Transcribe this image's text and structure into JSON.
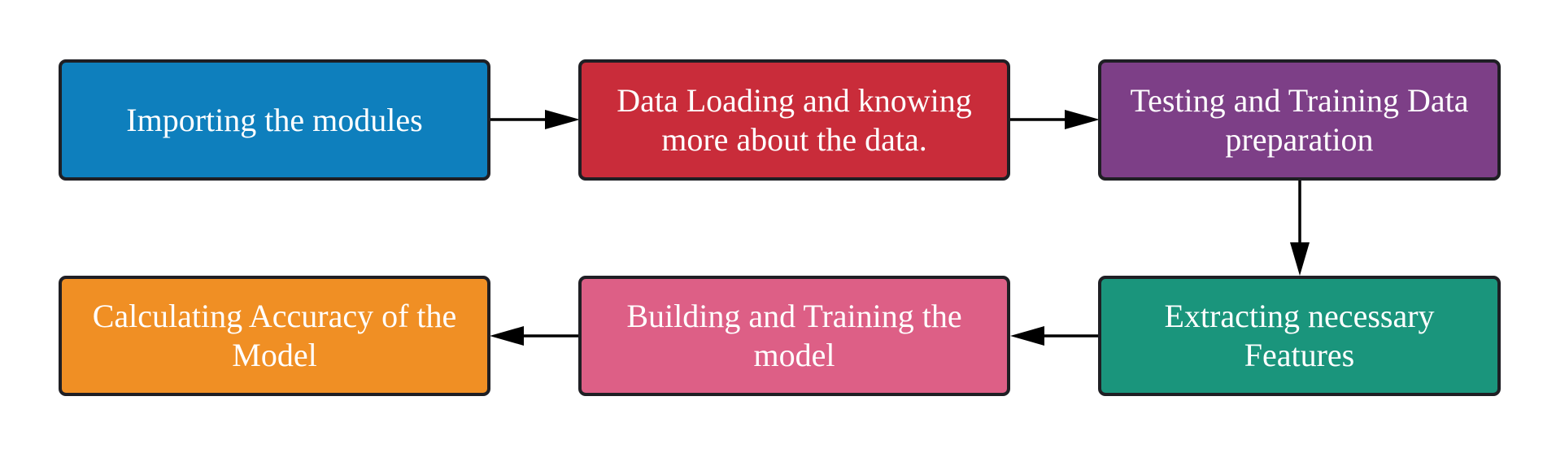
{
  "diagram": {
    "steps": [
      {
        "label": "Importing the modules",
        "color": "#0e7fbd"
      },
      {
        "label": "Data Loading and knowing more about the data.",
        "color": "#c92c3a"
      },
      {
        "label": "Testing and Training Data preparation",
        "color": "#7d3f87"
      },
      {
        "label": "Extracting necessary Features",
        "color": "#1a957c"
      },
      {
        "label": "Building and Training the model",
        "color": "#dd5f86"
      },
      {
        "label": "Calculating Accuracy of the Model",
        "color": "#f08f24"
      }
    ],
    "border_color": "#1f1f24",
    "arrow_color": "#000000"
  }
}
